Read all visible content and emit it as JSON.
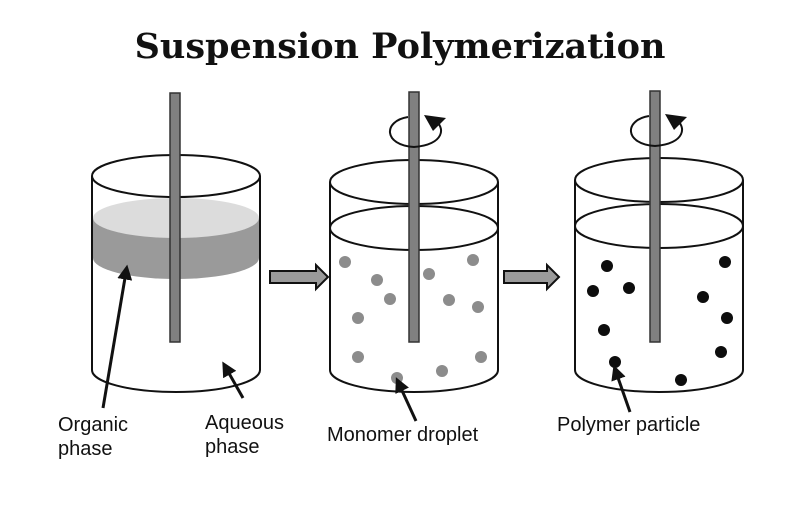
{
  "title": "Suspension Polymerization",
  "labels": {
    "organic_phase": "Organic\nphase",
    "aqueous_phase": "Aqueous\nphase",
    "monomer_droplet": "Monomer droplet",
    "polymer_particle": "Polymer particle"
  },
  "colors": {
    "outline": "#111111",
    "stirrer": "#808080",
    "organic_layer": "#9a9a9a",
    "organic_top": "#dcdcdc",
    "droplet": "#8c8c8c",
    "particle": "#0d0d0d",
    "arrow_fill": "#9a9a9a"
  },
  "icons": [
    "rotation-arrow-icon",
    "process-arrow-icon",
    "pointer-arrow-icon"
  ]
}
